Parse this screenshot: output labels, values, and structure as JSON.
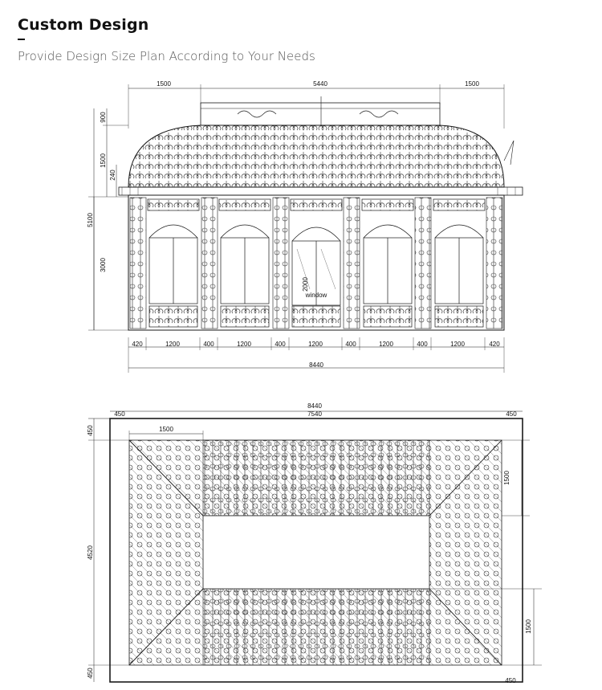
{
  "header": {
    "title": "Custom Design",
    "subtitle": "Provide Design Size Plan According to Your Needs"
  },
  "elevation": {
    "top_dims": [
      "1500",
      "5440",
      "1500"
    ],
    "left_dims": [
      "900",
      "1500",
      "240",
      "5100",
      "3000"
    ],
    "bottom_dims": [
      "420",
      "1200",
      "400",
      "1200",
      "400",
      "1200",
      "400",
      "1200",
      "400",
      "1200",
      "420"
    ],
    "total_width": "8440",
    "door_height": "2000",
    "door_label": "window"
  },
  "plan": {
    "total_width": "8440",
    "inner_width": "7540",
    "left_margin": "450",
    "right_margin": "450",
    "roof_segment": "1500",
    "left_dims": [
      "450",
      "4520",
      "450"
    ],
    "right_dims": [
      "1500",
      "1500"
    ],
    "bottom_right": "450"
  },
  "colors": {
    "line": "#1a1a1a",
    "pattern": "#333333"
  }
}
